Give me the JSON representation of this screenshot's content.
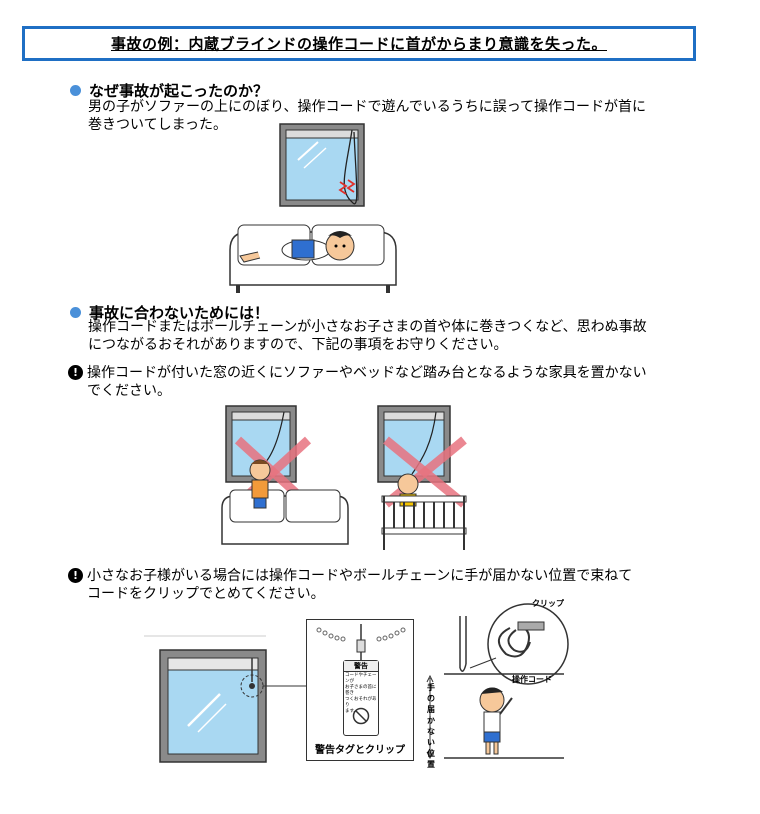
{
  "title": "事故の例：内蔵ブラインドの操作コードに首がからまり意識を失った。",
  "section1": {
    "heading": "なぜ事故が起こったのか？",
    "lines": [
      "男の子がソファーの上にのぼり、操作コードで遊んでいるうちに誤って操作コードが首に",
      "巻きついてしまった。"
    ]
  },
  "section2": {
    "heading": "事故に合わないためには！",
    "lines": [
      "操作コードまたはボールチェーンが小さなお子さまの首や体に巻きつくなど、思わぬ事故",
      "につながるおそれがありますので、下記の事項をお守りください。"
    ]
  },
  "bullet1": {
    "lines": [
      "操作コードが付いた窓の近くにソファーやベッドなど踏み台となるような家具を置かない",
      "でください。"
    ]
  },
  "bullet2": {
    "lines": [
      "小さなお子様がいる場合には操作コードやボールチェーンに手が届かない位置で束ねて",
      "コードをクリップでとめてください。"
    ]
  },
  "figure3": {
    "tag_heading": "警告",
    "tag_text": [
      "コードやチェーンが",
      "お子さまの首に巻き",
      "つくおそれがあり",
      "ます。"
    ],
    "tag_caption": "警告タグとクリップ",
    "clip_label": "クリップ",
    "cord_label": "操作コード",
    "reach_label": "手の届かない位置"
  },
  "colors": {
    "accent_blue": "#1f6fc4",
    "dot_blue": "#4a90d9",
    "cross_red": "#e8737f",
    "glass_blue": "#a9d8f2"
  }
}
